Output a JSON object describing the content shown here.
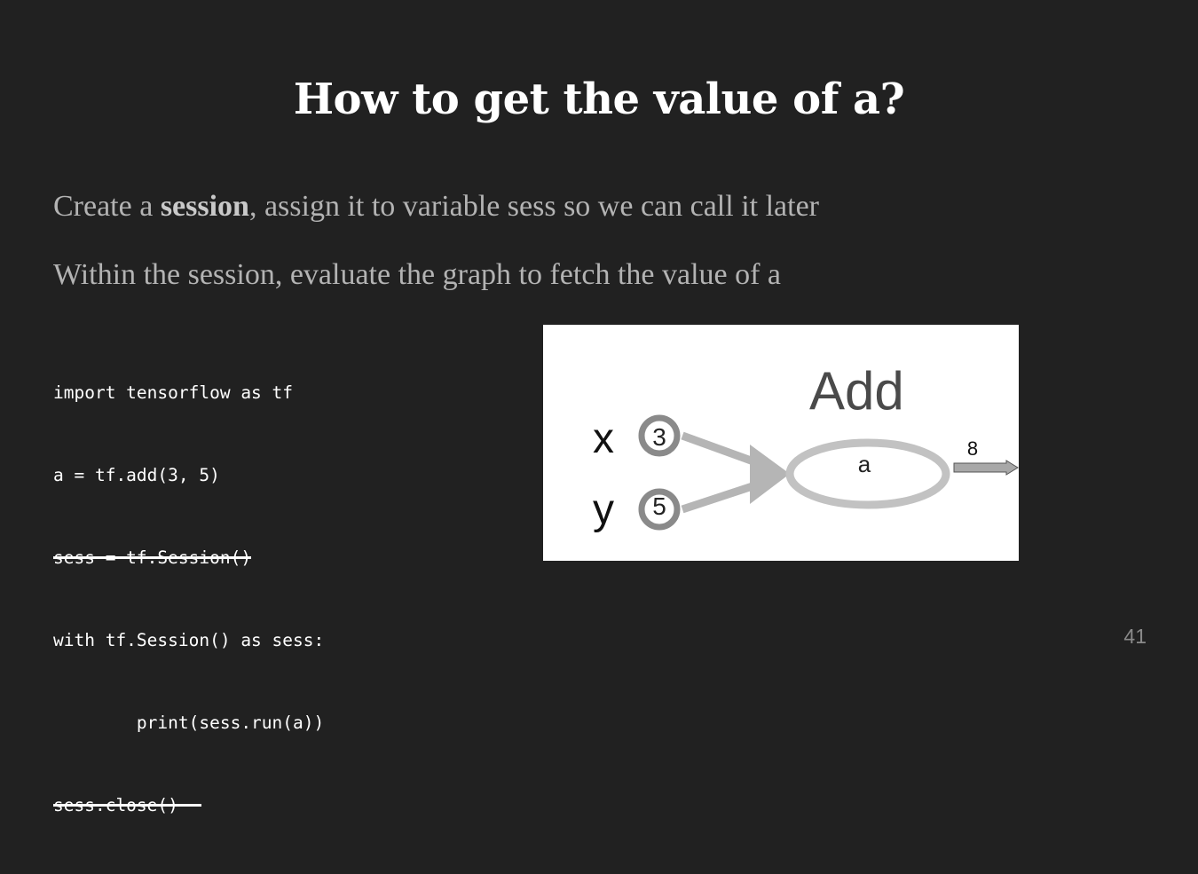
{
  "slide": {
    "title": "How to get the value of a?",
    "bullets": [
      {
        "prefix": "Create a ",
        "bold": "session",
        "suffix": ", assign it to variable sess so we can call it later"
      },
      {
        "text": "Within the session, evaluate the graph to fetch the value of a"
      }
    ],
    "code_lines": [
      {
        "text": "import tensorflow as tf",
        "struck": false
      },
      {
        "text": "a = tf.add(3, 5)",
        "struck": false
      },
      {
        "text": "sess = tf.Session()",
        "struck": true
      },
      {
        "text": "with tf.Session() as sess:",
        "struck": false
      },
      {
        "text": "        print(sess.run(a))",
        "struck": false
      },
      {
        "text": "sess.close()",
        "struck": true
      }
    ],
    "diagram": {
      "op_label": "Add",
      "node_label": "a",
      "inputs": [
        {
          "name": "x",
          "value": "3"
        },
        {
          "name": "y",
          "value": "5"
        }
      ],
      "output_value": "8"
    },
    "page_number": "41"
  },
  "colors": {
    "background": "#212121",
    "title": "#ffffff",
    "body_text": "#b3b3b3",
    "code_text": "#ffffff",
    "graph_gray": "#b5b5b5",
    "graph_dark": "#888888"
  }
}
